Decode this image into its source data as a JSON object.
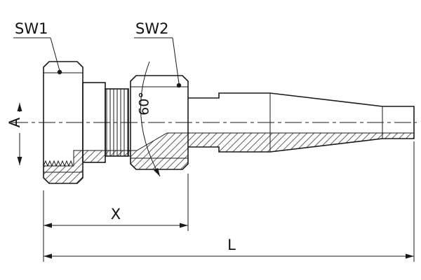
{
  "labels": {
    "sw1": "SW1",
    "sw2": "SW2",
    "a": "A",
    "cone_angle": "60°",
    "x_dim": "X",
    "l_dim": "L"
  },
  "colors": {
    "line": "#1a1a1a",
    "background": "#ffffff"
  }
}
